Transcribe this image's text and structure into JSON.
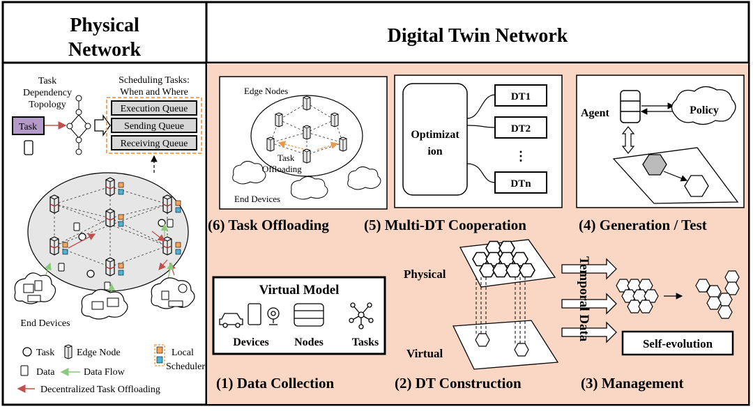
{
  "physical": {
    "title_line1": "Physical",
    "title_line2": "Network",
    "task_dep_line1": "Task",
    "task_dep_line2": "Dependency",
    "task_dep_line3": "Topology",
    "task_label": "Task",
    "sched_line1": "Scheduling Tasks:",
    "sched_line2": "When and Where",
    "queues": [
      "Execution Queue",
      "Sending Queue",
      "Receiving Queue"
    ],
    "end_devices": "End Devices",
    "legend": {
      "task": "Task",
      "edge_node": "Edge Node",
      "local": "Local",
      "scheduler": "Scheduler",
      "data": "Data",
      "data_flow": "Data Flow",
      "offloading": "Decentralized Task Offloading"
    }
  },
  "dtn": {
    "title": "Digital Twin Network",
    "offload_box": {
      "edge_nodes": "Edge Nodes",
      "task_line1": "Task",
      "task_line2": "Offloading",
      "end_devices": "End Devices"
    },
    "coop_box": {
      "opt_line1": "Optimizat",
      "opt_line2": "ion",
      "dts": [
        "DT1",
        "DT2",
        "⋮",
        "DTn"
      ]
    },
    "gen_box": {
      "agent": "Agent",
      "policy": "Policy"
    },
    "section_labels": {
      "s6": "(6) Task Offloading",
      "s5": "(5) Multi-DT Cooperation",
      "s4": "(4) Generation / Test",
      "s1": "(1) Data Collection",
      "s2": "(2) DT Construction",
      "s3": "(3) Management"
    },
    "virtual_model": {
      "title": "Virtual Model",
      "items": [
        "Devices",
        "Nodes",
        "Tasks"
      ]
    },
    "construction": {
      "physical": "Physical",
      "virtual": "Virtual"
    },
    "management": {
      "temporal_data": "Temporal Data",
      "self_evolution": "Self-evolution"
    }
  },
  "colors": {
    "panel_bg": "#f9d7c4",
    "task_box": "#b49ac9",
    "queue_fill": "#d7d7d7",
    "queue_border": "#f4a45b",
    "local_orange": "#f4a45b",
    "local_blue": "#4fb3d9",
    "data_flow": "#8dc97a",
    "offload_arrow": "#c0504d"
  }
}
